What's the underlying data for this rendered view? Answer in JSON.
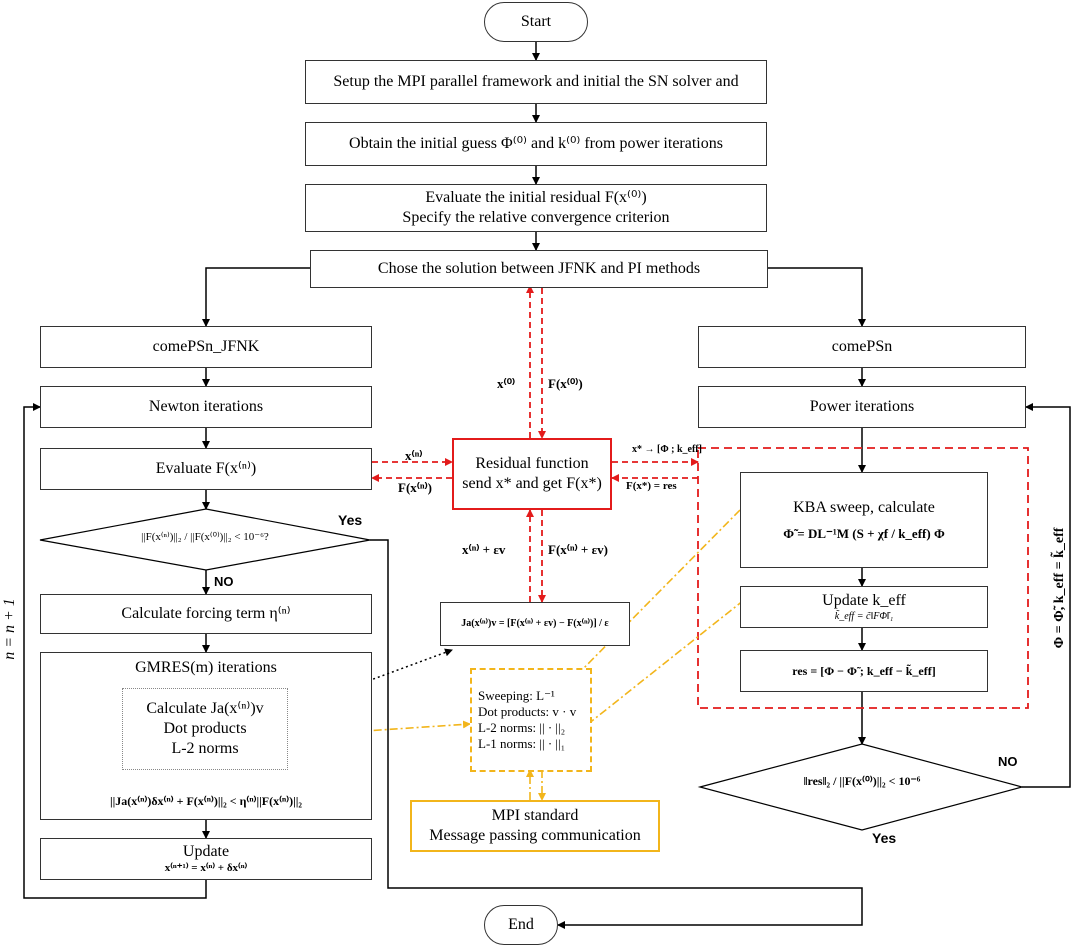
{
  "nodes": {
    "start": "Start",
    "setup": "Setup the MPI parallel framework and initial the SN solver and",
    "initial_guess": "Obtain the initial guess Φ⁽⁰⁾ and k⁽⁰⁾ from power iterations",
    "eval_residual_1": "Evaluate the initial residual F(x⁽⁰⁾)",
    "eval_residual_2": "Specify the relative convergence criterion",
    "chose": "Chose the solution between JFNK and PI methods",
    "jfnk": "comePSn_JFNK",
    "newton": "Newton iterations",
    "evaluate_f": "Evaluate F(x⁽ⁿ⁾)",
    "decision_left": "||F(x⁽ⁿ⁾)||₂ / ||F(x⁽⁰⁾)||₂ < 10⁻⁶?",
    "forcing": "Calculate forcing term η⁽ⁿ⁾",
    "gmres_title": "GMRES(m) iterations",
    "gmres_inner_1": "Calculate Ja(x⁽ⁿ⁾)v",
    "gmres_inner_2": "Dot products",
    "gmres_inner_3": "L-2 norms",
    "gmres_cond": "||Ja(x⁽ⁿ⁾)δx⁽ⁿ⁾ + F(x⁽ⁿ⁾)||₂ < η⁽ⁿ⁾||F(x⁽ⁿ⁾)||₂",
    "update_left_1": "Update",
    "update_left_2": "x⁽ⁿ⁺¹⁾ = x⁽ⁿ⁾ + δx⁽ⁿ⁾",
    "residual_fn_1": "Residual function",
    "residual_fn_2": "send x* and get F(x*)",
    "jacobian": "Ja(x⁽ⁿ⁾)v = [F(x⁽ⁿ⁾ + εv) − F(x⁽ⁿ⁾)] / ε",
    "ops_1": "Sweeping:  L⁻¹",
    "ops_2": "Dot products:  v · v",
    "ops_3": "L-2 norms:  || · ||₂",
    "ops_4": "L-1 norms:  || · ||₁",
    "mpi_1": "MPI standard",
    "mpi_2": "Message passing communication",
    "compsn": "comePSn",
    "power": "Power iterations",
    "kba_1": "KBA sweep, calculate",
    "kba_2": "Φ̃ = DL⁻¹M (S + χf / k_eff) Φ",
    "update_right_1": "Update k_eff",
    "update_right_2": "k̃_eff = c̃‖FΦ̃‖₁",
    "res": "res = [Φ − Φ̃ ; k_eff − k̃_eff]",
    "decision_right": "‖res‖₂ / ||F(x⁽⁰⁾)||₂ < 10⁻⁶",
    "end": "End"
  },
  "edge_labels": {
    "yes_left": "Yes",
    "no_left": "NO",
    "yes_right": "Yes",
    "no_right": "NO",
    "loop_left": "n = n + 1",
    "loop_right": "Φ = Φ̃, k_eff = k̃_eff",
    "x0": "x⁽⁰⁾",
    "fx0": "F(x⁽⁰⁾)",
    "xn": "x⁽ⁿ⁾",
    "fxn": "F(x⁽ⁿ⁾)",
    "xstar_map": "x* → [Φ ; k_eff]",
    "fxstar_res": "F(x*) = res",
    "xn_eps": "x⁽ⁿ⁾ + εv",
    "fxn_eps": "F(x⁽ⁿ⁾ + εv)"
  },
  "colors": {
    "red": "#e31b1b",
    "yellow": "#f2b51b",
    "black": "#000000",
    "gray": "#888888"
  }
}
